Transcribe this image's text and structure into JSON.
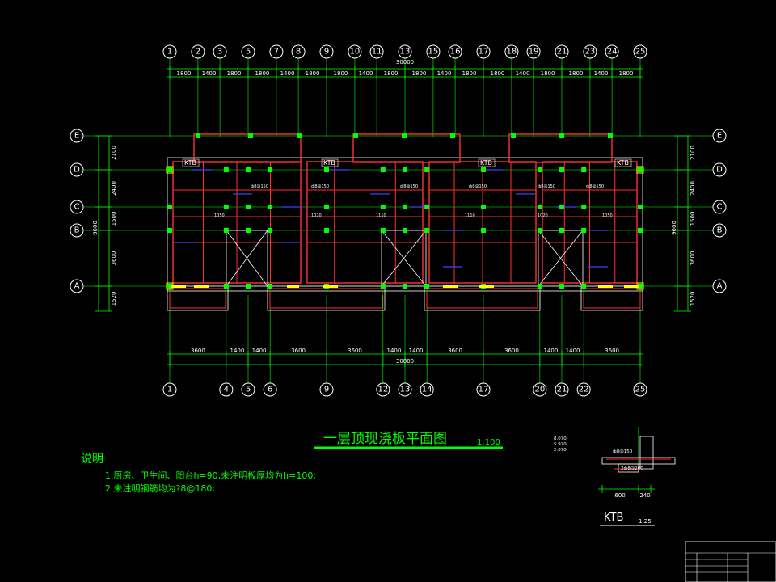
{
  "drawing": {
    "title": "一层顶现浇板平面图",
    "scale": "1:100",
    "top_axes": [
      "1",
      "2",
      "3",
      "5",
      "7",
      "8",
      "9",
      "10",
      "11",
      "13",
      "15",
      "16",
      "17",
      "18",
      "19",
      "21",
      "23",
      "24",
      "25"
    ],
    "top_dims": [
      "1800",
      "1400",
      "1800",
      "1800",
      "1400",
      "1800",
      "1800",
      "1400",
      "1800",
      "1800",
      "1400",
      "1800",
      "1800",
      "1400",
      "1800",
      "1800",
      "1400",
      "1800"
    ],
    "top_total": "30000",
    "bottom_axes": [
      "1",
      "4",
      "5",
      "6",
      "9",
      "12",
      "13",
      "14",
      "17",
      "20",
      "21",
      "22",
      "25"
    ],
    "bottom_dims": [
      "3600",
      "1400",
      "1400",
      "3600",
      "3600",
      "1400",
      "1400",
      "3600",
      "3600",
      "1400",
      "1400",
      "3600"
    ],
    "bottom_total": "30000",
    "row_axes": [
      "E",
      "D",
      "C",
      "B",
      "A"
    ],
    "left_dims": [
      "2100",
      "2400",
      "1500",
      "3600",
      "1520"
    ],
    "left_total": "9600",
    "right_dims": [
      "2100",
      "2400",
      "1500",
      "3600",
      "1520"
    ],
    "right_total": "9600",
    "ktb_tags": [
      "KTB",
      "KTB",
      "KTB",
      "KTB"
    ],
    "slab_thickness_labels": [
      "1050",
      "1020",
      "1110",
      "1110",
      "1020",
      "1050"
    ],
    "rebar_labels": [
      "ф8@150",
      "ф8@150",
      "ф8@150",
      "ф8@150",
      "ф8@150",
      "ф8@150"
    ]
  },
  "notes": {
    "heading": "说明",
    "lines": [
      "1.厨房、卫生间、阳台h=90,未注明板厚均为h=100;",
      "2.未注明钢筋均为?8@180;"
    ]
  },
  "detail": {
    "label": "KTB",
    "scale": "1:25",
    "elevations": [
      "8.070",
      "5.970",
      "2.870"
    ],
    "dims": [
      "600",
      "240"
    ],
    "rebar": "ф8@150",
    "bottom_rebar": "2ф8@200"
  },
  "colors": {
    "background": "#000000",
    "grid": "#00ff00",
    "walls": "#ff3030",
    "columns": "#00ff00",
    "text": "#ffffff",
    "rebar": "#4040ff",
    "accent": "#ffff00"
  }
}
